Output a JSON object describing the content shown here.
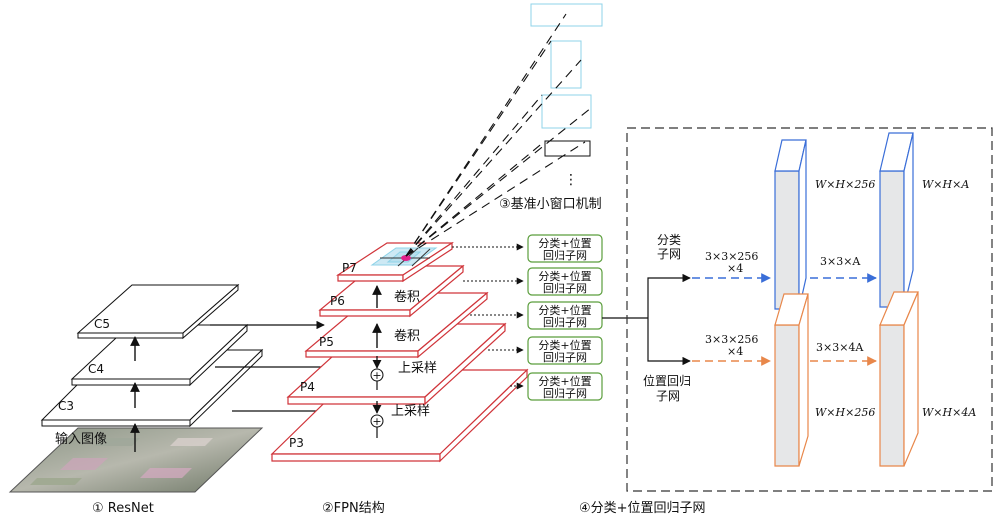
{
  "resnet": {
    "levels": [
      "C5",
      "C4",
      "C3"
    ],
    "input_label": "输入图像",
    "caption": "①  ResNet"
  },
  "fpn": {
    "levels": [
      "P7",
      "P6",
      "P5",
      "P4",
      "P3"
    ],
    "conv_label": "卷积",
    "upsample_label": "上采样",
    "plus_symbol": "+",
    "caption": "②FPN结构"
  },
  "anchors": {
    "caption": "③基准小窗口机制",
    "ellipsis": "⋮"
  },
  "subnet_box": {
    "line1": "分类+位置",
    "line2": "回归子网"
  },
  "heads": {
    "cls_label_line1": "分类",
    "cls_label_line2": "子网",
    "reg_label_line1": "位置回归",
    "reg_label_line2": "子网",
    "cls_conv1_line1": "3×3×256",
    "cls_conv1_line2": "×4",
    "cls_conv2": "3×3×A",
    "reg_conv1_line1": "3×3×256",
    "reg_conv1_line2": "×4",
    "reg_conv2": "3×3×4A",
    "cls_feat1": "W×H×256",
    "cls_feat2": "W×H×A",
    "reg_feat1": "W×H×256",
    "reg_feat2": "W×H×4A",
    "caption": "④分类+位置回归子网"
  },
  "colors": {
    "fpn_red": "#d0343a",
    "subnet_green": "#5b9e3c",
    "cls_blue": "#3a6ed8",
    "reg_orange": "#e8874a",
    "anchor_cyan": "#8fd3e8",
    "panel_gray": "#e6e7e8"
  }
}
